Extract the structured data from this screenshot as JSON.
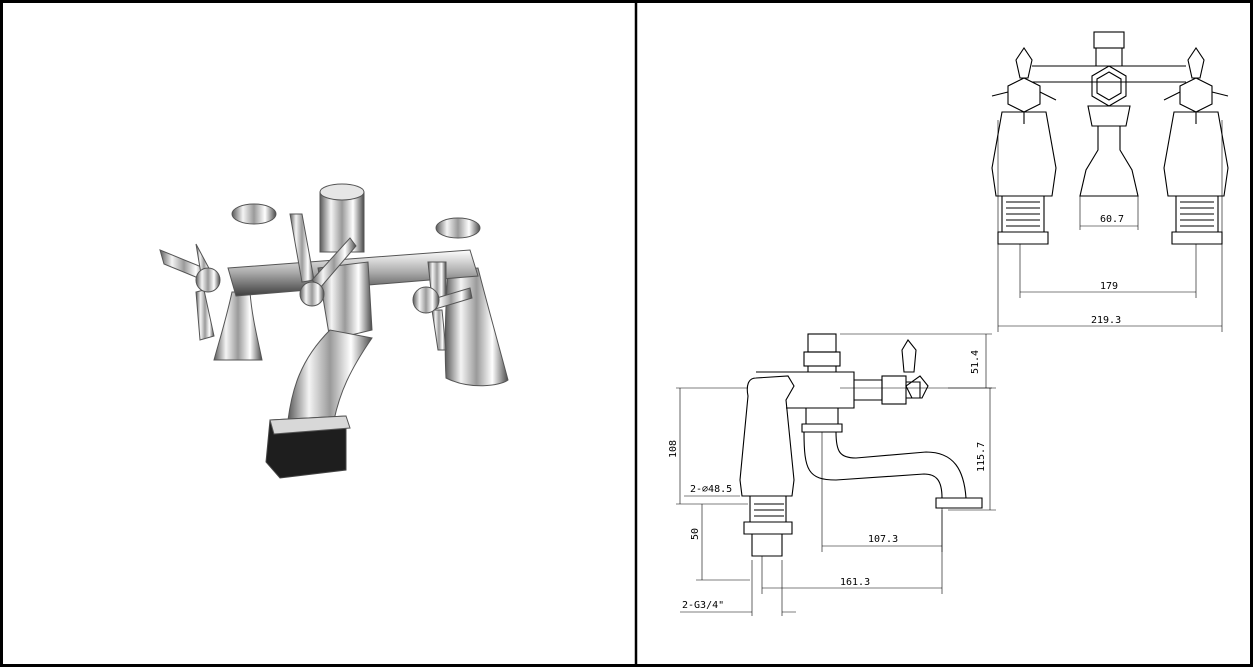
{
  "colors": {
    "border": "#000000",
    "background": "#ffffff",
    "chrome_light": "#f2f2f2",
    "chrome_mid": "#b9b9b9",
    "chrome_dark": "#2d2d2d"
  },
  "photo": {
    "icon": "bath-shower-mixer-tap-photo"
  },
  "drawing": {
    "front": {
      "spout_width": "60.7",
      "tail_centres": "179",
      "overall_width": "219.3"
    },
    "side": {
      "top_height": "51.4",
      "pillar_height": "108",
      "spout_height": "115.7",
      "base_diameter": "2-⌀48.5",
      "tail_length": "50",
      "spout_projection": "107.3",
      "overall_depth": "161.3",
      "thread": "2-G3/4\""
    }
  }
}
